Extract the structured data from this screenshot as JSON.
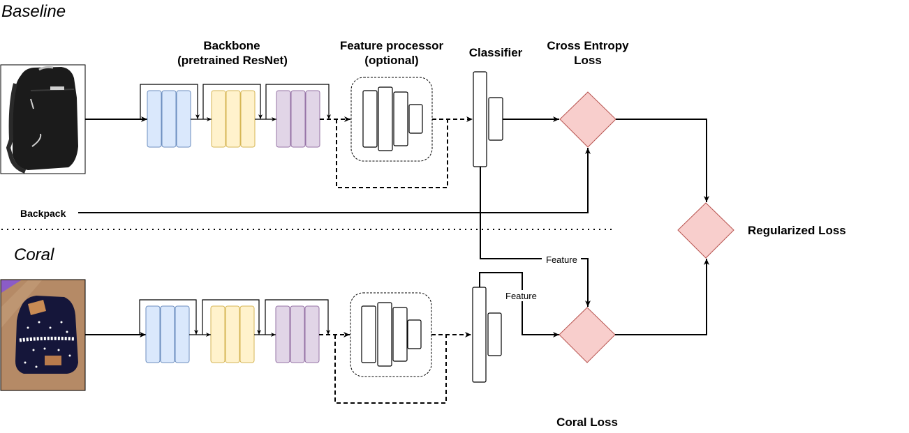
{
  "sections": {
    "baseline": "Baseline",
    "coral": "Coral"
  },
  "headers": {
    "backbone": [
      "Backbone",
      "(pretrained ResNet)"
    ],
    "feature_processor": [
      "Feature processor",
      "(optional)"
    ],
    "classifier": "Classifier",
    "cross_entropy": [
      "Cross Entropy",
      "Loss"
    ],
    "regularized_loss": "Regularized Loss",
    "coral_loss": "Coral Loss"
  },
  "labels": {
    "backpack": "Backpack",
    "feature_top": "Feature",
    "feature_bottom": "Feature"
  },
  "images": {
    "top": "black-backpack-image",
    "bottom": "navy-polka-dot-backpack-image"
  },
  "colors": {
    "blue_fill": "#dae8fc",
    "blue_stroke": "#6c8ebf",
    "yellow_fill": "#fff2cc",
    "yellow_stroke": "#d6b656",
    "purple_fill": "#e1d5e7",
    "purple_stroke": "#9673a6",
    "loss_fill": "#f8cecc",
    "loss_stroke": "#b85450"
  }
}
